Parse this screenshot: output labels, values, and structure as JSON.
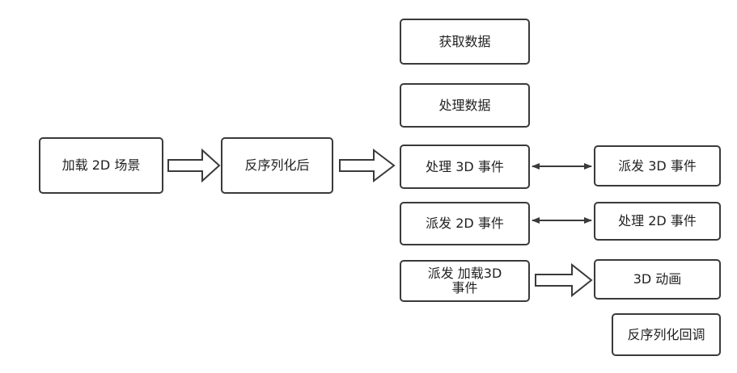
{
  "nodes": {
    "load_2d_scene": "加载 2D 场景",
    "after_deserialize": "反序列化后",
    "fetch_data": "获取数据",
    "process_data": "处理数据",
    "handle_3d_event": "处理 3D 事件",
    "dispatch_3d_event": "派发 3D 事件",
    "dispatch_2d_event": "派发 2D 事件",
    "handle_2d_event": "处理 2D 事件",
    "dispatch_load_3d_event": "派发 加载3D\n事件",
    "anim_3d": "3D 动画",
    "deserialize_callback": "反序列化回调"
  },
  "colors": {
    "stroke": "#3a3a3a",
    "fill": "#ffffff",
    "text": "#222222"
  }
}
